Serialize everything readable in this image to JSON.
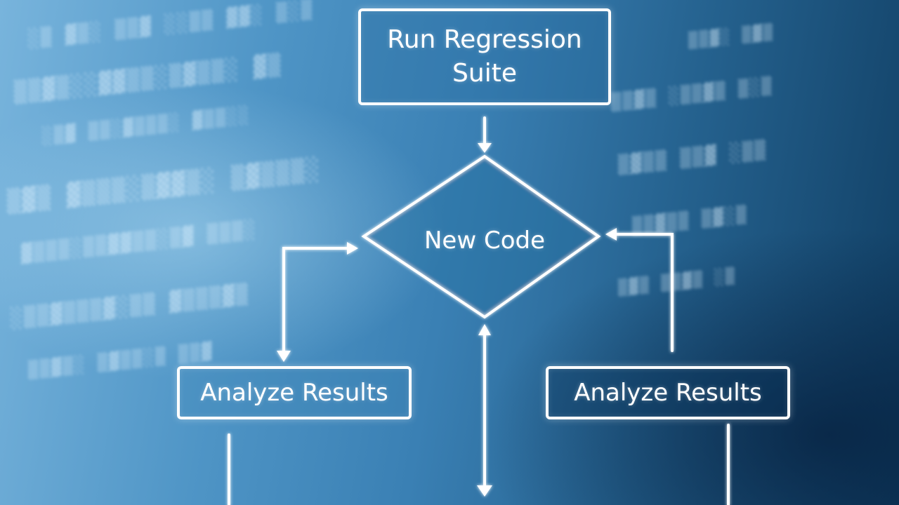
{
  "diagram": {
    "nodes": {
      "top": {
        "label": "Run Regression Suite"
      },
      "decision": {
        "label": "New Code"
      },
      "left": {
        "label": "Analyze Results"
      },
      "right": {
        "label": "Analyze Results"
      }
    }
  },
  "colors": {
    "background_light": "#78b4dc",
    "background_dark": "#103e63",
    "stroke": "#ffffff"
  }
}
